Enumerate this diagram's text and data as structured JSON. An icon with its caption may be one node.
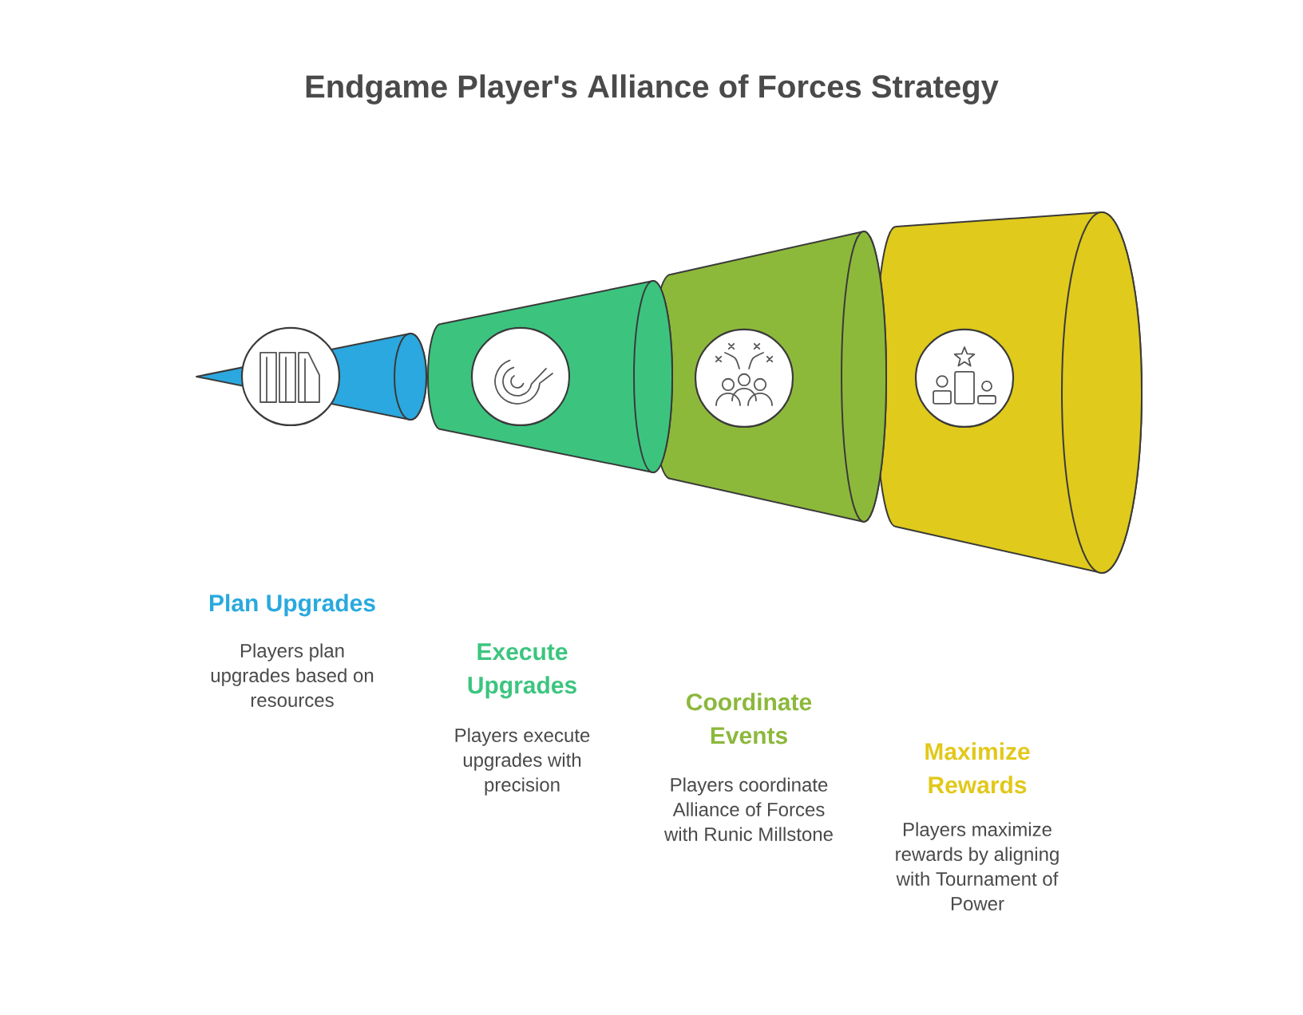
{
  "diagram": {
    "title": "Endgame Player's Alliance of Forces Strategy",
    "nodes": [
      {
        "text": [],
        "shape": "cone",
        "beside": [
          "Plan Upgrades",
          "Players plan upgrades based on resources"
        ]
      },
      {
        "text": [],
        "shape": "cone",
        "beside": [
          "Execute Upgrades",
          "Players execute upgrades with precision"
        ]
      },
      {
        "text": [],
        "shape": "cone",
        "beside": [
          "Coordinate Events",
          "Players coordinate Alliance of Forces with Runic Millstone"
        ]
      },
      {
        "text": [],
        "shape": "cone",
        "beside": [
          "Maximize Rewards",
          "Players maximize rewards by aligning with Tournament of Power"
        ]
      }
    ]
  }
}
